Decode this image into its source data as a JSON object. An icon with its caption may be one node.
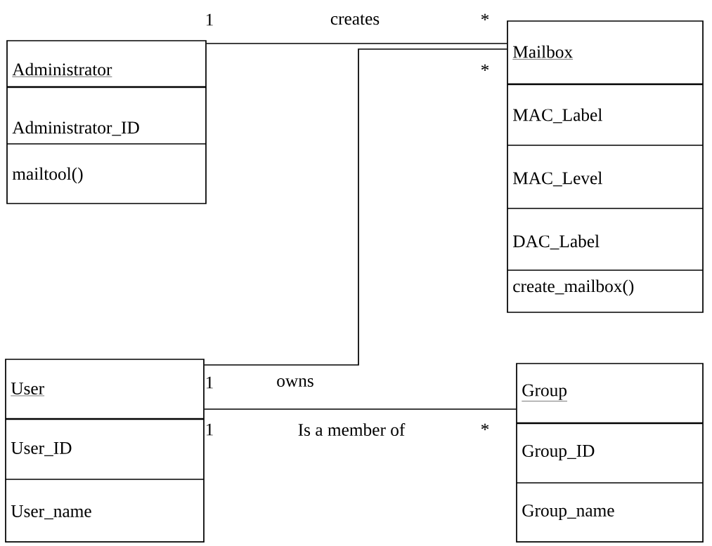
{
  "diagram": {
    "nodes": [
      {
        "text": [
          "Administrator",
          "Administrator_ID",
          "mailtool()"
        ]
      },
      {
        "text": [
          "Mailbox",
          "MAC_Label",
          "MAC_Level",
          "DAC_Label",
          "create_mailbox()"
        ]
      },
      {
        "text": [
          "User",
          "User_ID",
          "User_name"
        ]
      },
      {
        "text": [
          "Group",
          "Group_ID",
          "Group_name"
        ]
      }
    ],
    "edges": [
      {
        "from": 0,
        "to": 1,
        "arrow": "none",
        "label": "creates"
      },
      {
        "from": 2,
        "to": 1,
        "arrow": "none",
        "label": "owns"
      },
      {
        "from": 2,
        "to": 3,
        "arrow": "none",
        "label": "Is a member of"
      }
    ],
    "labels": [
      "1",
      "*",
      "*",
      "1",
      "1",
      "*"
    ]
  }
}
